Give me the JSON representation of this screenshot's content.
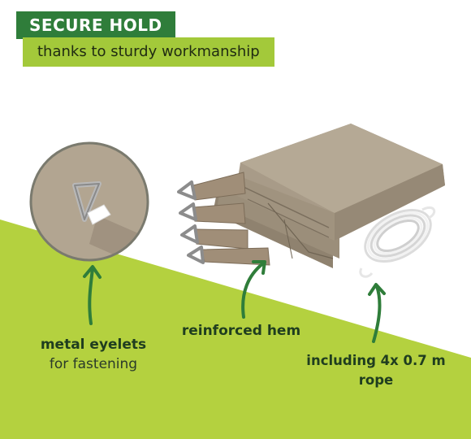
{
  "header": {
    "title": "SECURE HOLD",
    "subtitle": "thanks to sturdy workmanship"
  },
  "features": {
    "eyelets": {
      "title": "metal eyelets",
      "detail": "for fastening"
    },
    "hem": {
      "title": "reinforced hem"
    },
    "rope": {
      "line1": "including 4x 0.7 m",
      "line2": "rope"
    }
  },
  "colors": {
    "headline_bg": "#2f7d3a",
    "subline_bg": "#a3c93a",
    "floor_green": "#b4d13f",
    "arrow_green": "#2f7d3a",
    "fabric": "#a69885"
  }
}
